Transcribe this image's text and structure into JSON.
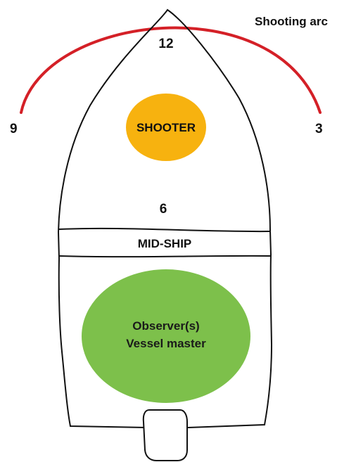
{
  "labels": {
    "shooting_arc": "Shooting arc",
    "clock_12": "12",
    "clock_9": "9",
    "clock_3": "3",
    "clock_6": "6",
    "mid_ship": "MID-SHIP",
    "shooter": "SHOOTER",
    "observer_line1": "Observer(s)",
    "observer_line2": "Vessel master"
  },
  "colors": {
    "arc": "#d42027",
    "hull_outline": "#111111",
    "shooter_fill": "#f7b20f",
    "observer_fill": "#7dc04b"
  }
}
